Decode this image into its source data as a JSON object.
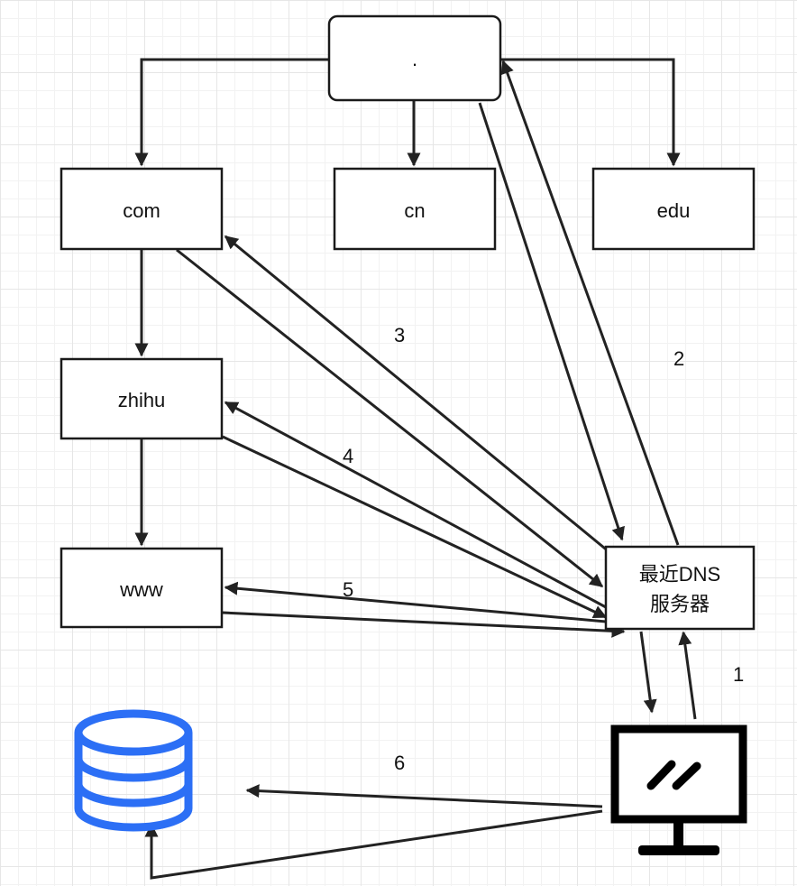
{
  "nodes": {
    "root": ".",
    "com": "com",
    "cn": "cn",
    "edu": "edu",
    "zhihu": "zhihu",
    "www": "www",
    "dns_line1": "最近DNS",
    "dns_line2": "服务器"
  },
  "step_labels": {
    "s1": "1",
    "s2": "2",
    "s3": "3",
    "s4": "4",
    "s5": "5",
    "s6": "6"
  },
  "icons": {
    "database": "database-icon",
    "monitor": "monitor-icon"
  },
  "colors": {
    "database": "#2c6ff5",
    "stroke": "#222222"
  }
}
